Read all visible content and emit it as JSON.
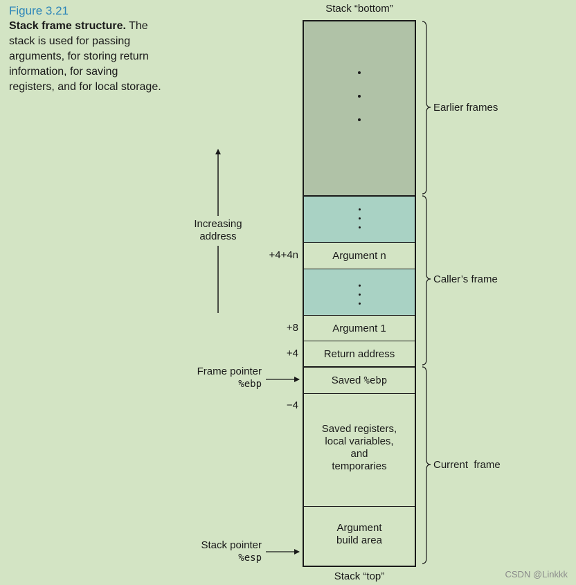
{
  "caption": {
    "figure_number": "Figure 3.21",
    "title": "Stack frame structure.",
    "text": " The stack is used for passing arguments, for storing return information, for saving registers, and for local storage."
  },
  "stack_bottom_label": "Stack “bottom”",
  "stack_top_label": "Stack “top”",
  "increasing_address": [
    "Increasing",
    "address"
  ],
  "frame_pointer": {
    "label": "Frame pointer",
    "register": "%ebp"
  },
  "stack_pointer": {
    "label": "Stack pointer",
    "register": "%esp"
  },
  "blocks": {
    "argument_n": "Argument n",
    "argument_1": "Argument 1",
    "return_address": "Return address",
    "saved_ebp_prefix": "Saved ",
    "saved_ebp_register": "%ebp",
    "saved_registers": [
      "Saved registers,",
      "local variables,",
      "and",
      "temporaries"
    ],
    "argument_build": [
      "Argument",
      "build area"
    ]
  },
  "offsets": {
    "arg_n": "+4+4n",
    "arg_1": "+8",
    "return_addr": "+4",
    "below_ebp": "−4"
  },
  "frames": {
    "earlier": "Earlier frames",
    "caller": "Caller’s frame",
    "current": "Current  frame"
  },
  "colors": {
    "background": "#d3e4c4",
    "earlier_frames_fill": "#b0c2a7",
    "caller_frame_shaded": "#a9d2c4",
    "caption_accent": "#2d86b9"
  },
  "watermark": "CSDN @Linkkk"
}
